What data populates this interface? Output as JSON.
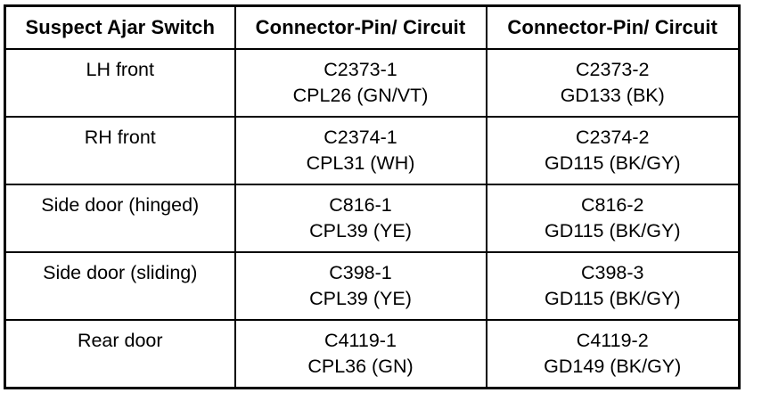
{
  "table": {
    "headers": [
      "Suspect Ajar Switch",
      "Connector-Pin/ Circuit",
      "Connector-Pin/ Circuit"
    ],
    "rows": [
      {
        "switch": "LH front",
        "conn1": {
          "pin": "C2373-1",
          "circuit": "CPL26 (GN/VT)"
        },
        "conn2": {
          "pin": "C2373-2",
          "circuit": "GD133 (BK)"
        }
      },
      {
        "switch": "RH front",
        "conn1": {
          "pin": "C2374-1",
          "circuit": "CPL31 (WH)"
        },
        "conn2": {
          "pin": "C2374-2",
          "circuit": "GD115 (BK/GY)"
        }
      },
      {
        "switch": "Side door (hinged)",
        "conn1": {
          "pin": "C816-1",
          "circuit": "CPL39 (YE)"
        },
        "conn2": {
          "pin": "C816-2",
          "circuit": "GD115 (BK/GY)"
        }
      },
      {
        "switch": "Side door (sliding)",
        "conn1": {
          "pin": "C398-1",
          "circuit": "CPL39 (YE)"
        },
        "conn2": {
          "pin": "C398-3",
          "circuit": "GD115 (BK/GY)"
        }
      },
      {
        "switch": "Rear door",
        "conn1": {
          "pin": "C4119-1",
          "circuit": "CPL36 (GN)"
        },
        "conn2": {
          "pin": "C4119-2",
          "circuit": "GD149 (BK/GY)"
        }
      }
    ]
  }
}
